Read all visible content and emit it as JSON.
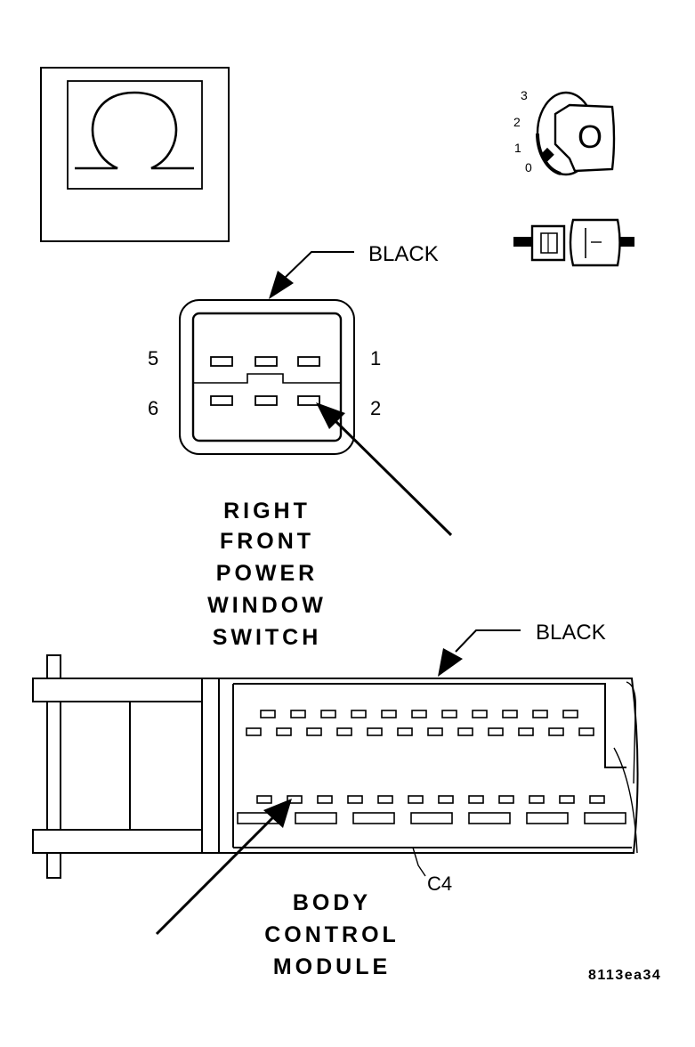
{
  "ohmmeter": {
    "symbol": "Ω"
  },
  "ignition": {
    "positions": [
      "3",
      "2",
      "1",
      "0"
    ],
    "key_letter": "O"
  },
  "switch_connector": {
    "color_label": "BLACK",
    "pins": {
      "p5": "5",
      "p1": "1",
      "p6": "6",
      "p2": "2"
    },
    "title_lines": [
      "RIGHT",
      "FRONT",
      "POWER",
      "WINDOW",
      "SWITCH"
    ]
  },
  "bcm_connector": {
    "color_label": "BLACK",
    "connector_id": "C4",
    "title_lines": [
      "BODY",
      "CONTROL",
      "MODULE"
    ]
  },
  "figure_code": "8113ea34"
}
